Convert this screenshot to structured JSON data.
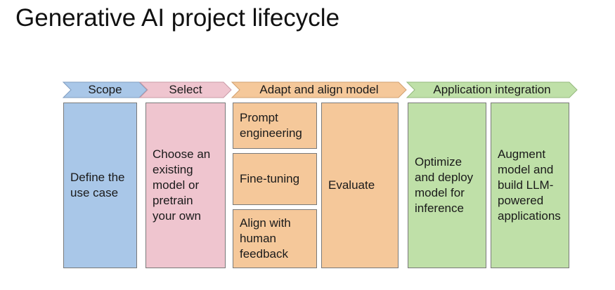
{
  "title": "Generative AI project lifecycle",
  "phases": [
    {
      "label": "Scope",
      "color": "#a9c7e8"
    },
    {
      "label": "Select",
      "color": "#efc5cf"
    },
    {
      "label": "Adapt and align model",
      "color": "#f5c89a"
    },
    {
      "label": "Application integration",
      "color": "#bfe0a8"
    }
  ],
  "boxes": {
    "scope": "Define the\nuse case",
    "select": "Choose an\nexisting\nmodel or\npretrain\nyour own",
    "prompt": "Prompt\nengineering",
    "finetune": "Fine-tuning",
    "align": "Align with\nhuman\nfeedback",
    "evaluate": "Evaluate",
    "optimize": "Optimize\nand deploy\nmodel for\ninference",
    "augment": "Augment\nmodel and\nbuild LLM-\npowered\napplications"
  }
}
